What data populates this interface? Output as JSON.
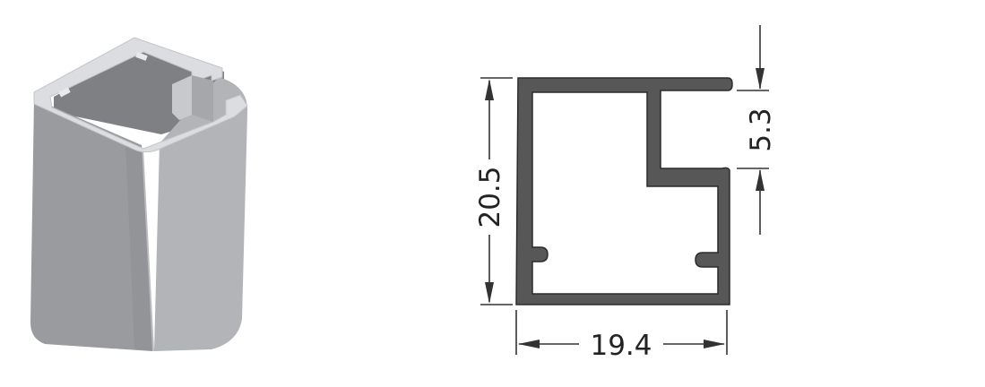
{
  "dimensions": {
    "height": "20.5",
    "width": "19.4",
    "slot": "5.3"
  },
  "colors": {
    "background": "#ffffff",
    "profile_fill": "#585858",
    "profile_stroke": "#2b2b2b",
    "dimension_line": "#333333",
    "aluminum_front": "#9a9b9f",
    "aluminum_side": "#b4b5b9",
    "aluminum_edge": "#dcdde0",
    "aluminum_inner": "#8c8d91"
  }
}
